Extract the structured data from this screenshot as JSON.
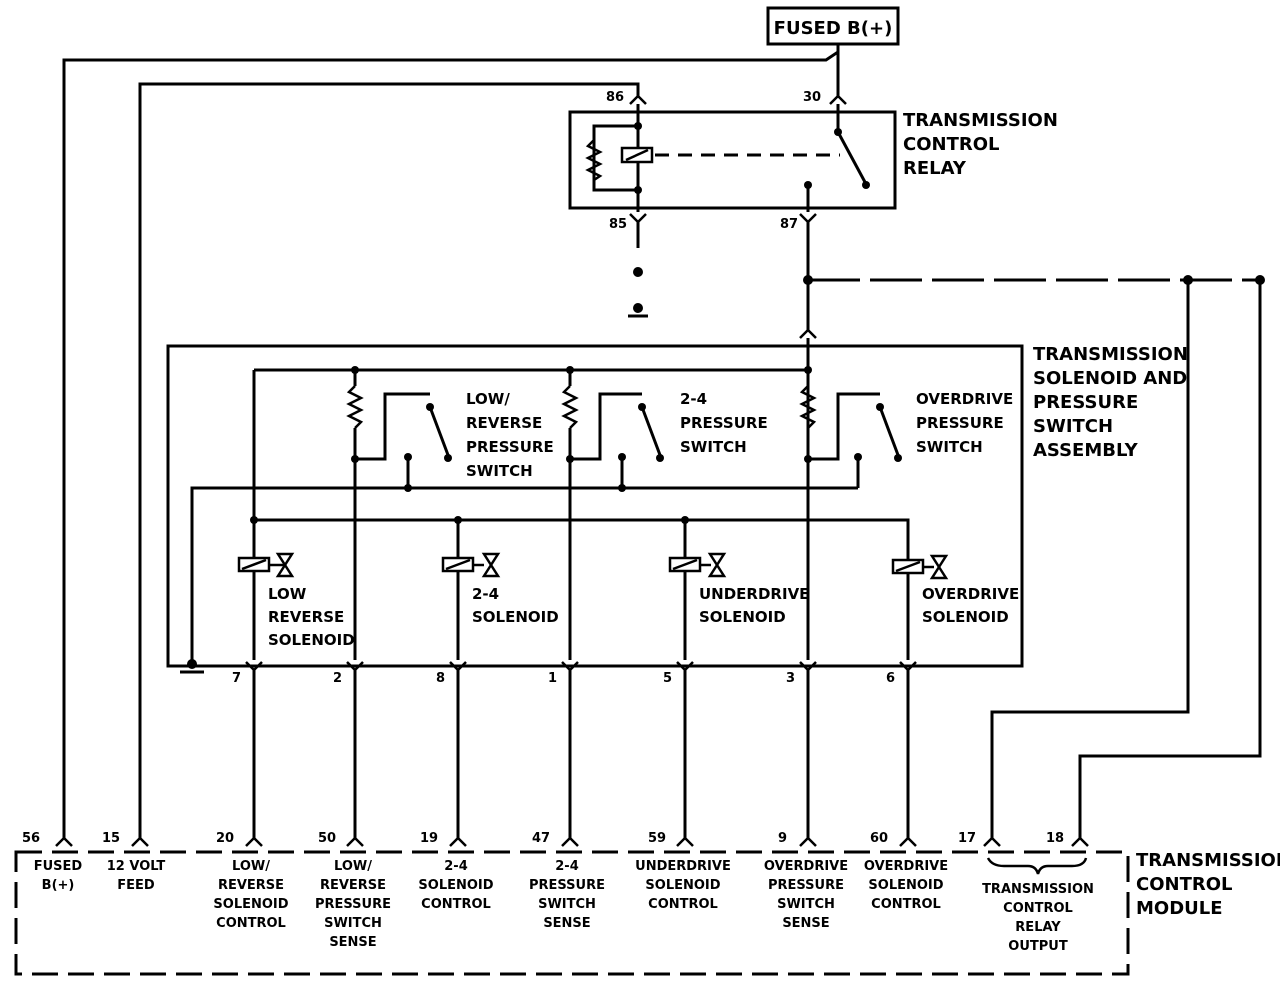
{
  "fused_b_box": "FUSED B(+)",
  "relay": {
    "title": [
      "TRANSMISSION",
      "CONTROL",
      "RELAY"
    ],
    "pins": {
      "p86": "86",
      "p30": "30",
      "p85": "85",
      "p87": "87"
    }
  },
  "assembly": {
    "title": [
      "TRANSMISSION",
      "SOLENOID AND",
      "PRESSURE",
      "SWITCH",
      "ASSEMBLY"
    ],
    "switches": [
      [
        "LOW/",
        "REVERSE",
        "PRESSURE",
        "SWITCH"
      ],
      [
        "2-4",
        "PRESSURE",
        "SWITCH"
      ],
      [
        "OVERDRIVE",
        "PRESSURE",
        "SWITCH"
      ]
    ],
    "solenoids": [
      [
        "LOW",
        "REVERSE",
        "SOLENOID"
      ],
      [
        "2-4",
        "SOLENOID"
      ],
      [
        "UNDERDRIVE",
        "SOLENOID"
      ],
      [
        "OVERDRIVE",
        "SOLENOID"
      ]
    ],
    "pins": [
      "7",
      "2",
      "8",
      "1",
      "5",
      "3",
      "6"
    ]
  },
  "module": {
    "title": [
      "TRANSMISSION",
      "CONTROL",
      "MODULE"
    ],
    "pins": [
      "56",
      "15",
      "20",
      "50",
      "19",
      "47",
      "59",
      "9",
      "60",
      "17",
      "18"
    ],
    "labels": [
      [
        "FUSED",
        "B(+)"
      ],
      [
        "12 VOLT",
        "FEED"
      ],
      [
        "LOW/",
        "REVERSE",
        "SOLENOID",
        "CONTROL"
      ],
      [
        "LOW/",
        "REVERSE",
        "PRESSURE",
        "SWITCH",
        "SENSE"
      ],
      [
        "2-4",
        "SOLENOID",
        "CONTROL"
      ],
      [
        "2-4",
        "PRESSURE",
        "SWITCH",
        "SENSE"
      ],
      [
        "UNDERDRIVE",
        "SOLENOID",
        "CONTROL"
      ],
      [
        "OVERDRIVE",
        "PRESSURE",
        "SWITCH",
        "SENSE"
      ],
      [
        "OVERDRIVE",
        "SOLENOID",
        "CONTROL"
      ],
      [
        "TRANSMISSION",
        "CONTROL",
        "RELAY",
        "OUTPUT"
      ]
    ]
  }
}
